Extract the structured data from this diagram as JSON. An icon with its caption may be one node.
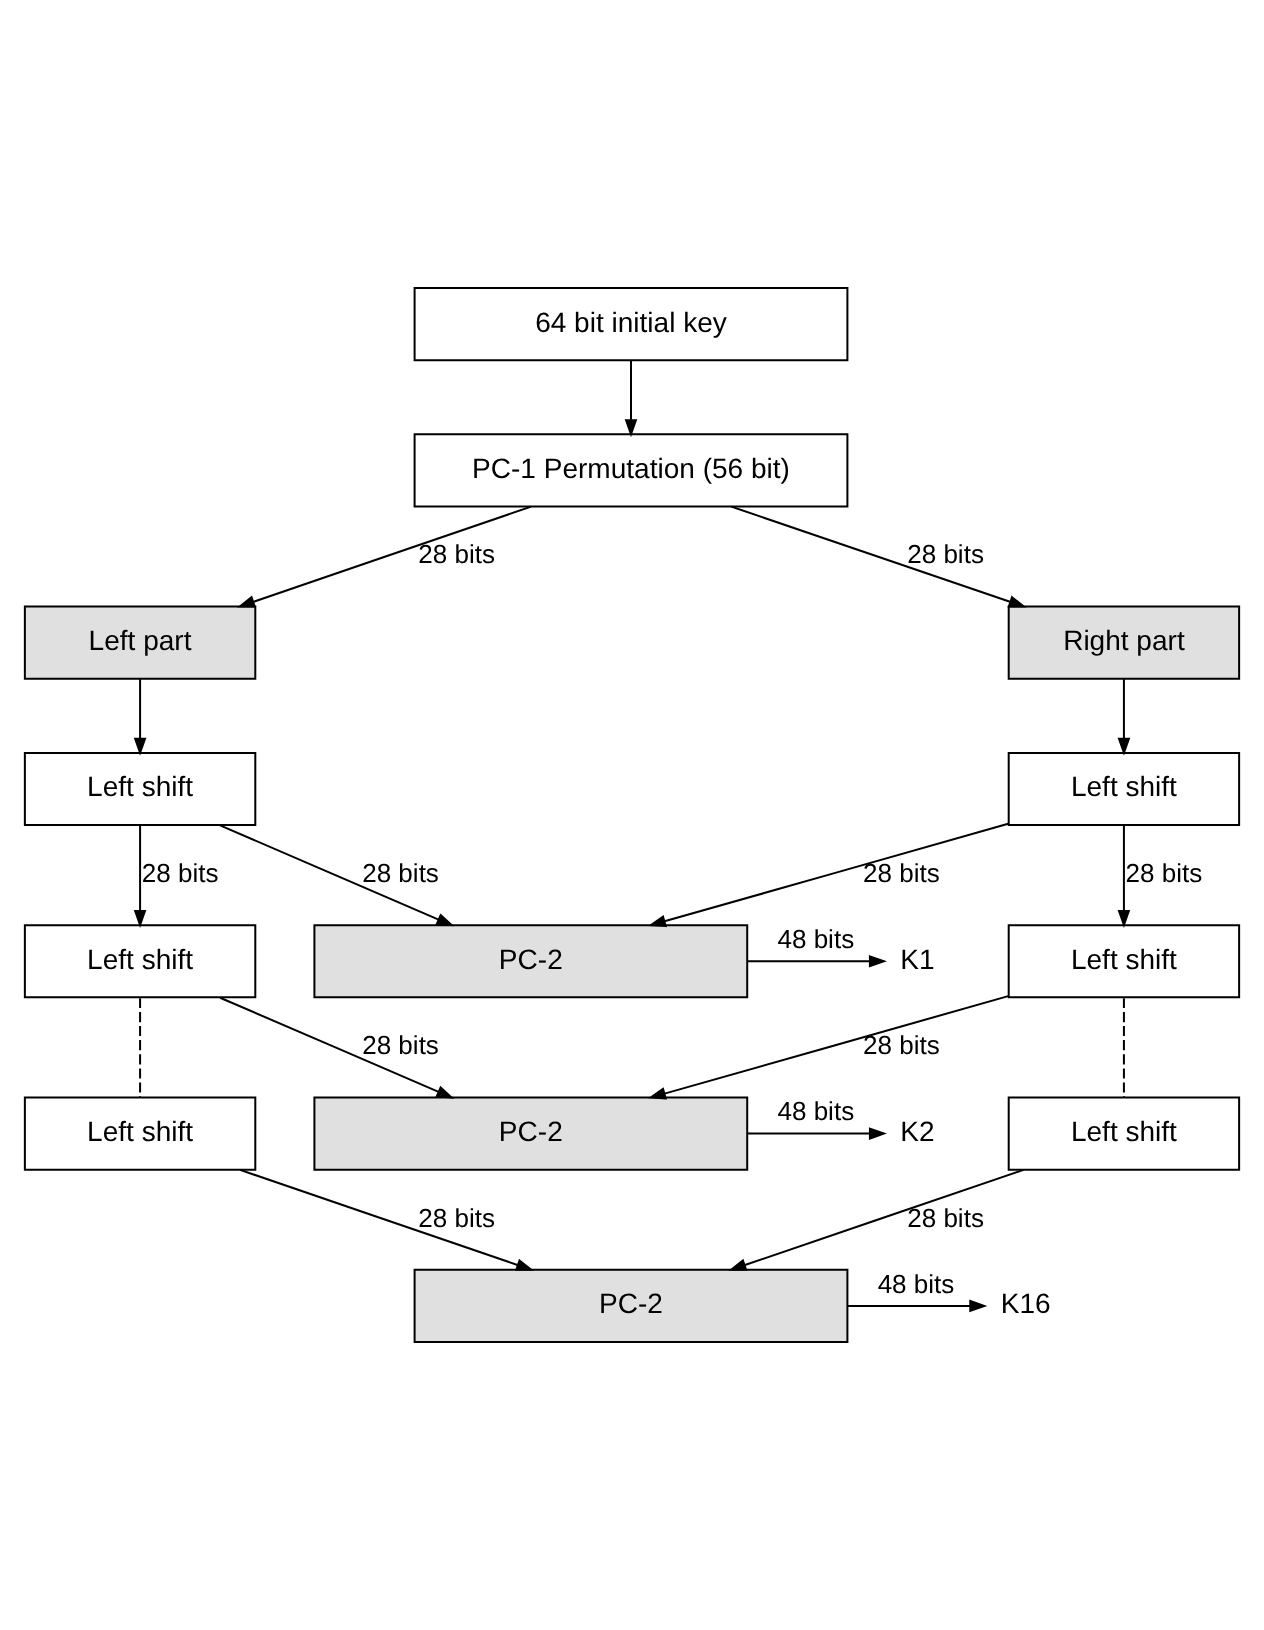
{
  "diagram": {
    "nodes": [
      {
        "text": [
          "64 bit initial key"
        ]
      },
      {
        "text": [
          "PC-1 Permutation (56 bit)"
        ]
      },
      {
        "text": [
          "Left part"
        ]
      },
      {
        "text": [
          "Right part"
        ]
      },
      {
        "text": [
          "Left shift"
        ]
      },
      {
        "text": [
          "Left shift"
        ]
      },
      {
        "text": [
          "PC-2"
        ]
      },
      {
        "text": [
          "K1"
        ]
      },
      {
        "text": [
          "Left shift"
        ]
      },
      {
        "text": [
          "Left shift"
        ]
      },
      {
        "text": [
          "PC-2"
        ]
      },
      {
        "text": [
          "K2"
        ]
      },
      {
        "text": [
          "Left shift"
        ]
      },
      {
        "text": [
          "Left shift"
        ]
      },
      {
        "text": [
          "PC-2"
        ]
      },
      {
        "text": [
          "K16"
        ]
      }
    ],
    "edges": [
      {
        "from": 0,
        "to": 1,
        "arrow": "to"
      },
      {
        "from": 1,
        "to": 2,
        "arrow": "to",
        "label": "28 bits"
      },
      {
        "from": 1,
        "to": 3,
        "arrow": "to",
        "label": "28 bits"
      },
      {
        "from": 2,
        "to": 4,
        "arrow": "to"
      },
      {
        "from": 3,
        "to": 5,
        "arrow": "to"
      },
      {
        "from": 4,
        "to": 6,
        "arrow": "to",
        "label": "28 bits"
      },
      {
        "from": 5,
        "to": 6,
        "arrow": "to",
        "label": "28 bits"
      },
      {
        "from": 6,
        "to": 7,
        "arrow": "to",
        "label": "48 bits"
      },
      {
        "from": 4,
        "to": 8,
        "arrow": "to",
        "label": "28 bits"
      },
      {
        "from": 5,
        "to": 9,
        "arrow": "to",
        "label": "28 bits"
      },
      {
        "from": 8,
        "to": 10,
        "arrow": "to",
        "label": "28 bits"
      },
      {
        "from": 9,
        "to": 10,
        "arrow": "to",
        "label": "28 bits"
      },
      {
        "from": 10,
        "to": 11,
        "arrow": "to",
        "label": "48 bits"
      },
      {
        "from": 8,
        "to": 12,
        "arrow": "none",
        "style": "dashed"
      },
      {
        "from": 9,
        "to": 13,
        "arrow": "none",
        "style": "dashed"
      },
      {
        "from": 12,
        "to": 14,
        "arrow": "to",
        "label": "28 bits"
      },
      {
        "from": 13,
        "to": 14,
        "arrow": "to",
        "label": "28 bits"
      },
      {
        "from": 14,
        "to": 15,
        "arrow": "to",
        "label": "48 bits"
      }
    ]
  }
}
